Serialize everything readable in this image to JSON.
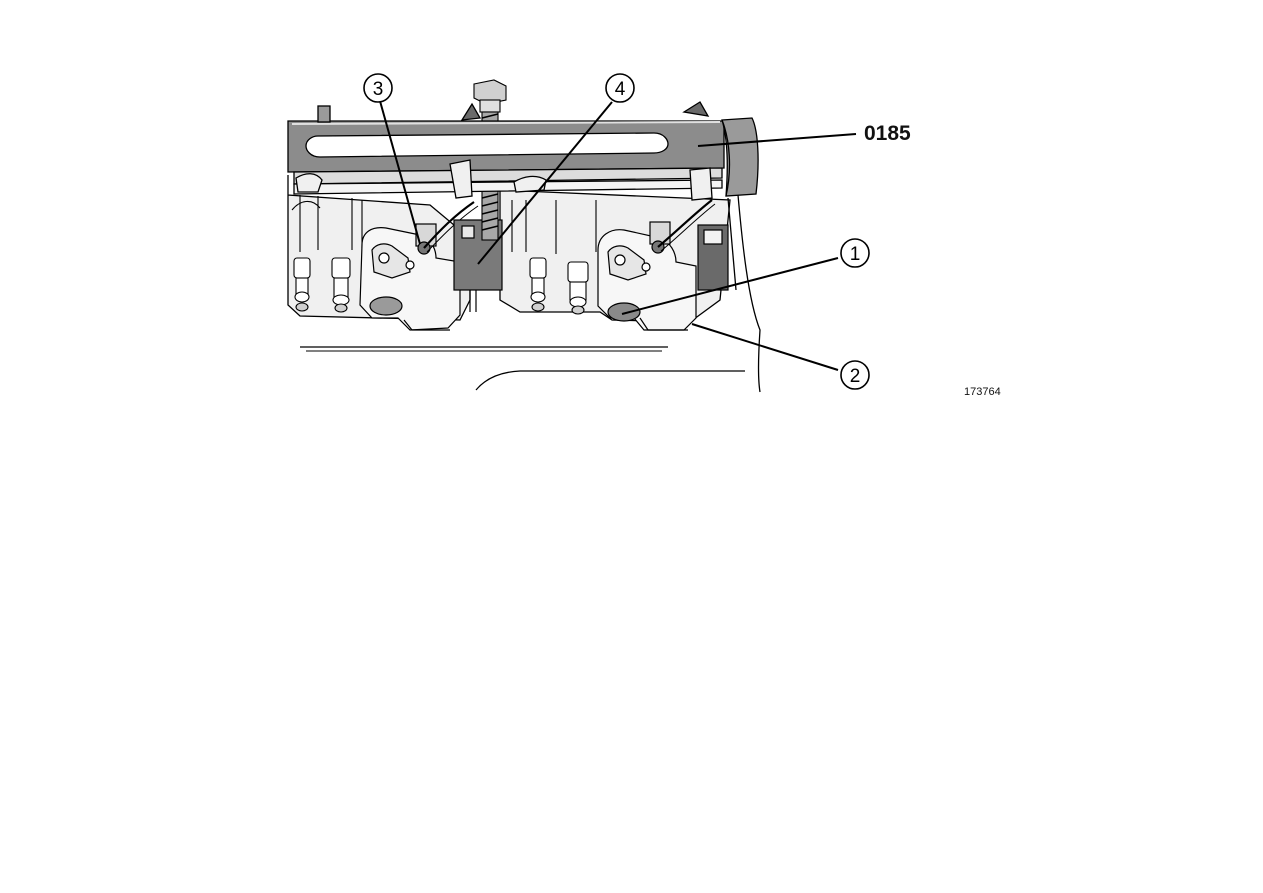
{
  "labels": {
    "tool_number": "0185",
    "callout_1": "1",
    "callout_2": "2",
    "callout_3": "3",
    "callout_4": "4",
    "figure_reference": "173764"
  },
  "colors": {
    "line": "#000000",
    "tool_body": "#8a8a8a",
    "tool_dark": "#5e5e5e",
    "block_fill": "#f2f2f2",
    "shadow": "#b5b5b5"
  }
}
